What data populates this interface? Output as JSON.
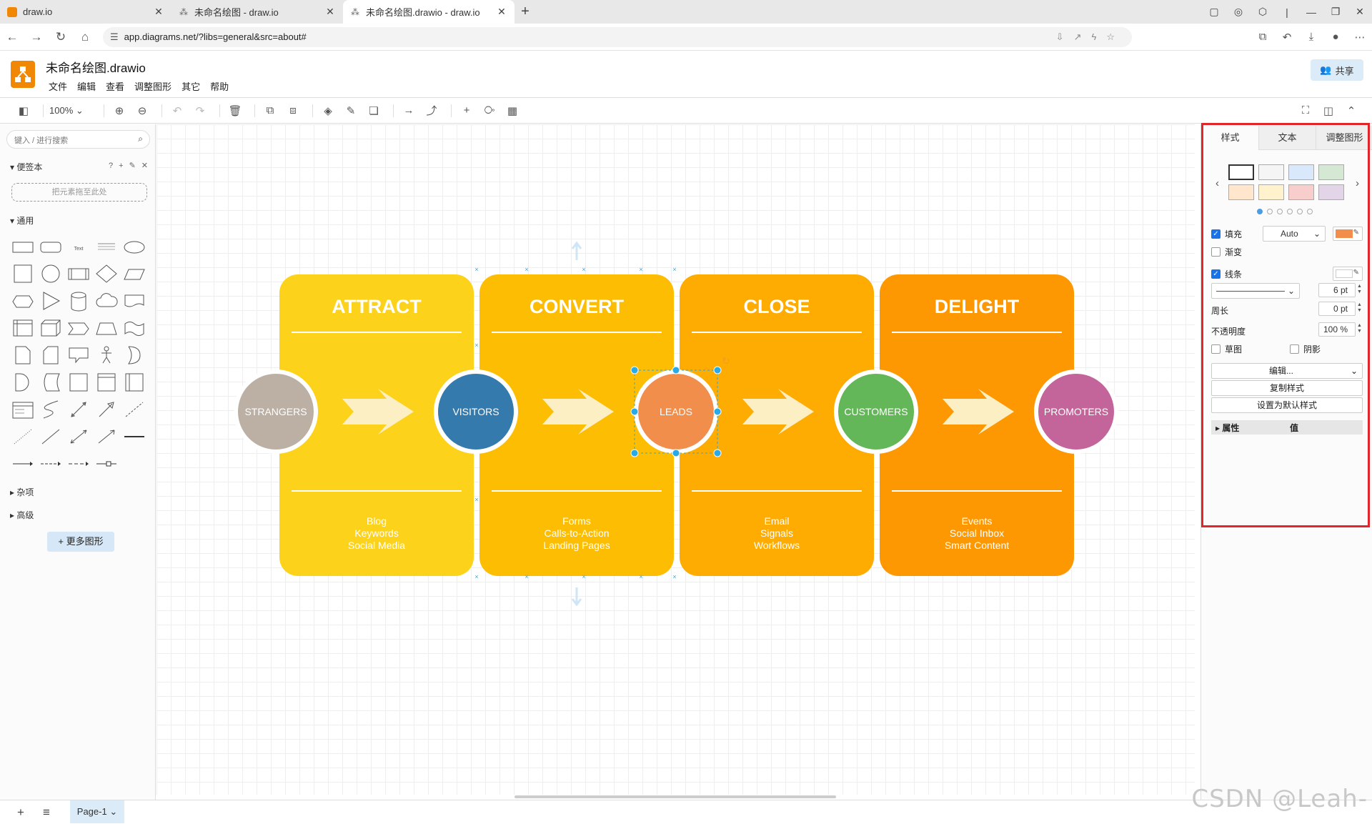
{
  "browser": {
    "tabs": [
      {
        "label": "draw.io",
        "active": false
      },
      {
        "label": "未命名绘图 - draw.io",
        "active": false
      },
      {
        "label": "未命名绘图.drawio - draw.io",
        "active": true
      }
    ],
    "url": "app.diagrams.net/?libs=general&src=about#"
  },
  "app": {
    "doc_title": "未命名绘图.drawio",
    "menu": [
      "文件",
      "编辑",
      "查看",
      "调整图形",
      "其它",
      "帮助"
    ],
    "share_label": "共享"
  },
  "toolbar": {
    "zoom": "100%"
  },
  "sidebar": {
    "search_placeholder": "键入 / 进行搜索",
    "scratchpad_title": "便签本",
    "dropzone_text": "把元素拖至此处",
    "general_title": "通用",
    "misc_title": "杂项",
    "advanced_title": "高级",
    "more_shapes": "更多图形",
    "shape_icons": [
      "rectangle",
      "rounded-rectangle",
      "text",
      "textbox",
      "ellipse",
      "square",
      "circle",
      "process",
      "diamond",
      "parallelogram",
      "hexagon",
      "triangle",
      "cylinder",
      "cloud",
      "document",
      "internal-storage",
      "cube",
      "step",
      "trapezoid",
      "tape",
      "note",
      "card",
      "callout",
      "actor",
      "or",
      "and",
      "data-storage",
      "square-2",
      "frame",
      "container",
      "list",
      "curve",
      "bidirectional-arrow",
      "arrow",
      "dashed-line",
      "dotted-line",
      "line",
      "bidirectional-connector",
      "directional-connector",
      "link",
      "connector-1",
      "connector-2",
      "connector-3",
      "connector-4"
    ]
  },
  "diagram": {
    "stages": [
      {
        "title": "ATTRACT",
        "items": [
          "Blog",
          "Keywords",
          "Social Media"
        ],
        "color": "#fdd21b"
      },
      {
        "title": "CONVERT",
        "items": [
          "Forms",
          "Calls-to-Action",
          "Landing Pages"
        ],
        "color": "#fdbd02"
      },
      {
        "title": "CLOSE",
        "items": [
          "Email",
          "Signals",
          "Workflows"
        ],
        "color": "#feab02"
      },
      {
        "title": "DELIGHT",
        "items": [
          "Events",
          "Social Inbox",
          "Smart Content"
        ],
        "color": "#fe9802"
      }
    ],
    "circles": [
      {
        "label": "STRANGERS",
        "color": "#bcb0a4"
      },
      {
        "label": "VISITORS",
        "color": "#347aad"
      },
      {
        "label": "LEADS",
        "color": "#f18e4c"
      },
      {
        "label": "CUSTOMERS",
        "color": "#64b759"
      },
      {
        "label": "PROMOTERS",
        "color": "#c3649a"
      }
    ],
    "arrow_color": "#fdefc4",
    "selection_color": "#29a9e6"
  },
  "format_panel": {
    "tabs": [
      "样式",
      "文本",
      "调整图形"
    ],
    "swatches": [
      "#ffffff",
      "#f5f5f5",
      "#dae8fc",
      "#d5e8d4",
      "#ffe6cc",
      "#fff2cc",
      "#f8cecc",
      "#e1d5e7"
    ],
    "fill_label": "填充",
    "fill_mode": "Auto",
    "fill_color": "#f18e4c",
    "gradient_label": "渐变",
    "line_label": "线条",
    "line_color": "#ffffff",
    "line_width": "6 pt",
    "perimeter_label": "周长",
    "perimeter_value": "0 pt",
    "opacity_label": "不透明度",
    "opacity_value": "100 %",
    "sketch_label": "草图",
    "shadow_label": "阴影",
    "edit_label": "编辑...",
    "copy_style": "复制样式",
    "set_default": "设置为默认样式",
    "attr_label": "属性",
    "value_label": "值"
  },
  "bottom": {
    "page_tab": "Page-1"
  },
  "watermark": "CSDN @Leah-"
}
